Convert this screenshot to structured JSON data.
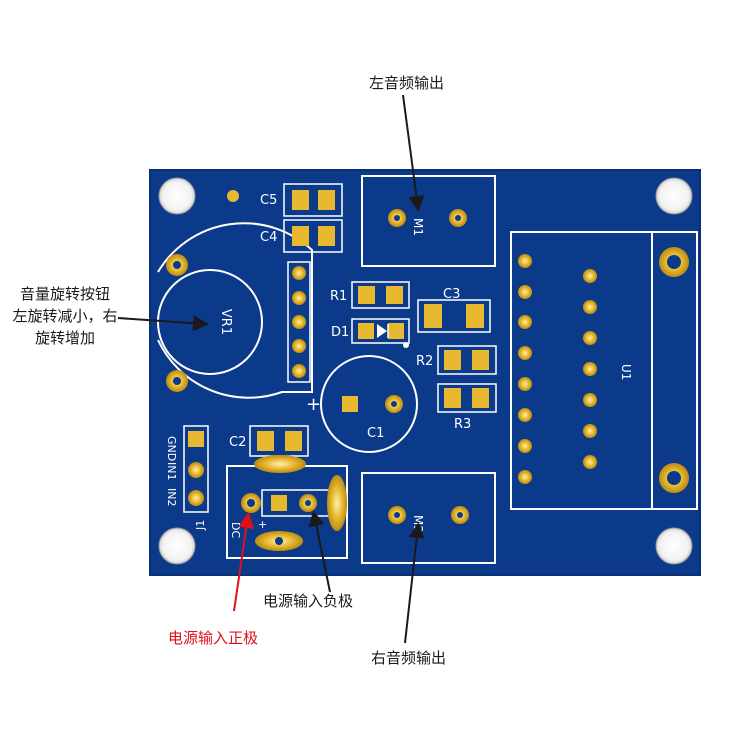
{
  "annotations": {
    "left_audio_out": "左音频输出",
    "right_audio_out": "右音频输出",
    "volume_knob_lines": [
      "音量旋转按钮",
      "左旋转减小，右",
      "旋转增加"
    ],
    "power_negative": "电源输入负极",
    "power_positive": "电源输入正极"
  },
  "silkscreen": {
    "C5": "C5",
    "C4": "C4",
    "R1": "R1",
    "D1": "D1",
    "C3": "C3",
    "R2": "R2",
    "R3": "R3",
    "C1": "C1",
    "C2": "C2",
    "VR1": "VR1",
    "U1": "U1",
    "M1": "M1",
    "M2": "M2",
    "J1": "J1",
    "DC": "DC",
    "plus": "+",
    "header_pins": [
      "GND",
      "IN1",
      "IN2"
    ]
  },
  "colors": {
    "board": "#0c3a8a",
    "board_edge": "#0a3075",
    "outline": "#ffffff",
    "pad": "#e8b830",
    "pad_dark": "#b98d12",
    "callout_red": "#e0101a",
    "callout_text": "#1a1a1a"
  }
}
